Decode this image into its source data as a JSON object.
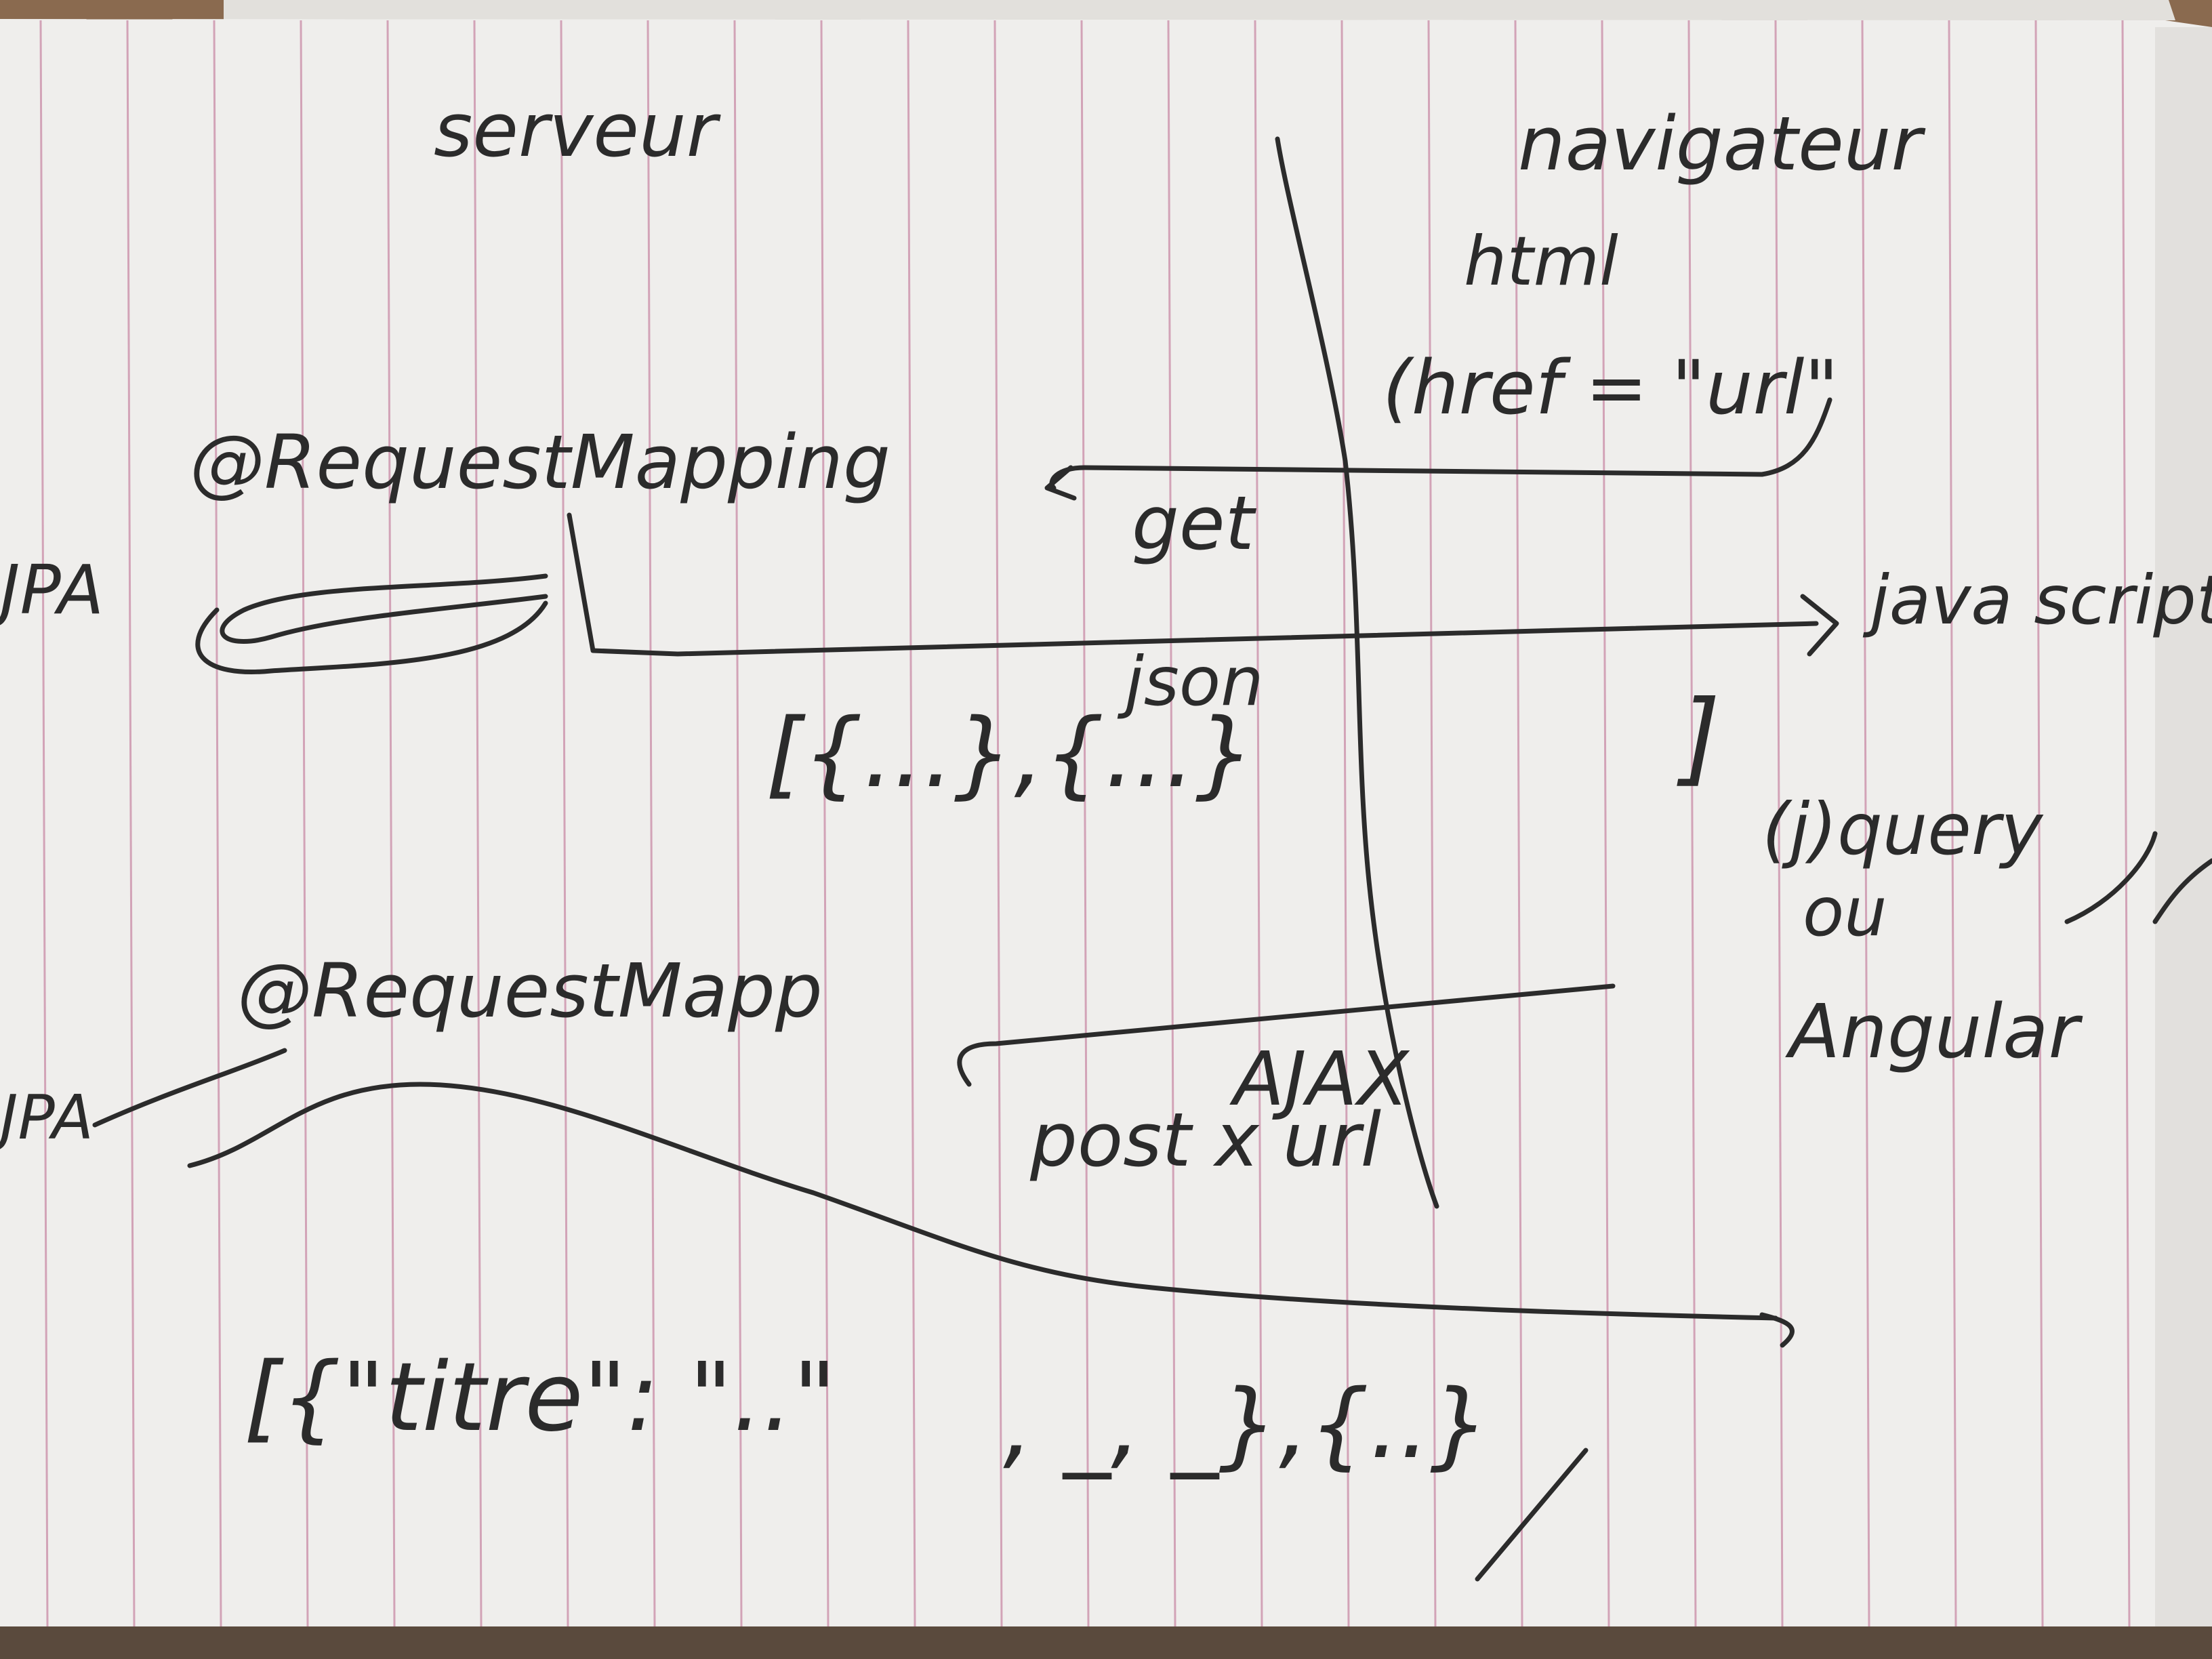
{
  "notes": {
    "server_label": "serveur",
    "browser_label": "navigateur",
    "html_label": "html",
    "href_label": "(href = \"url\"",
    "request_mapping_top": "@RequestMapping",
    "get_label": "get",
    "jpa_top": "JPA",
    "json_label": "json",
    "json_array": "[{...},{...}",
    "closing_bracket": "]",
    "javascript_label": "java script",
    "jquery_label": "(j)query",
    "or_label": "ou",
    "angular_label": "Angular",
    "request_mapping_bottom": "@RequestMapp",
    "jpa_bottom": "JPA",
    "ajax_label": "AJAX",
    "post_label": "post x url",
    "titre_line": "[{\"titre\": \"..\"",
    "titre_rest": ", _, _},{..}"
  },
  "colors": {
    "paper": "#f1f0ee",
    "rule_line": "#c98aa6",
    "ink": "#2b2b2b",
    "table": "#6b5544"
  }
}
